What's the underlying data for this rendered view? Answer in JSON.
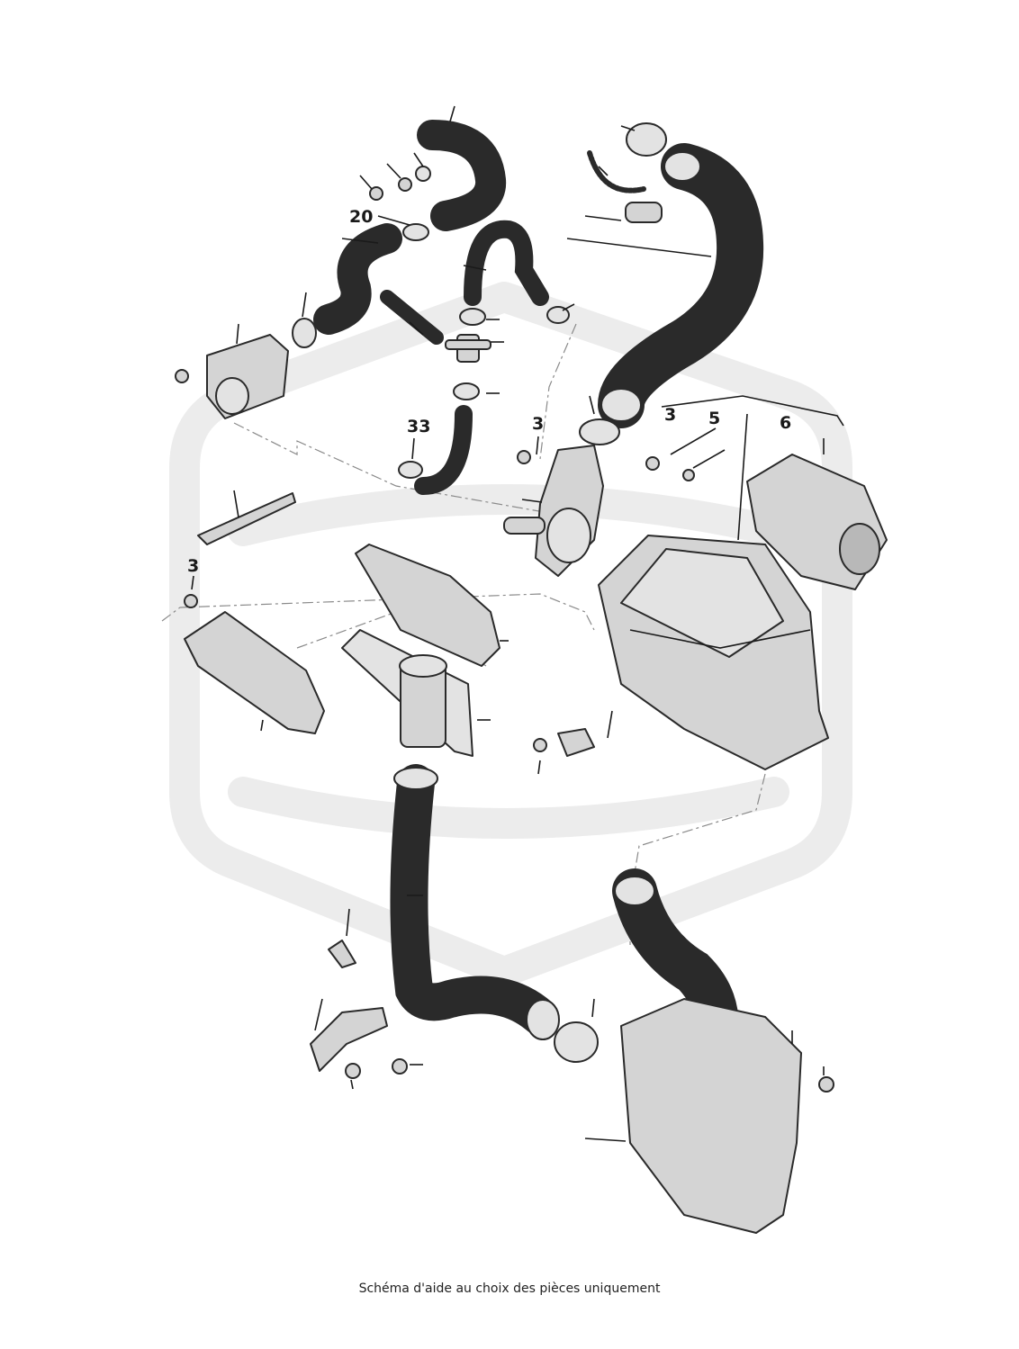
{
  "diagram": {
    "callouts": [
      "20",
      "33",
      "3",
      "3",
      "5",
      "6",
      "3"
    ]
  },
  "caption": "Schéma d'aide au choix des pièces uniquement",
  "colors": {
    "part_fill": "#d4d4d4",
    "outline": "#2a2a2a",
    "watermark": "#ececec"
  }
}
